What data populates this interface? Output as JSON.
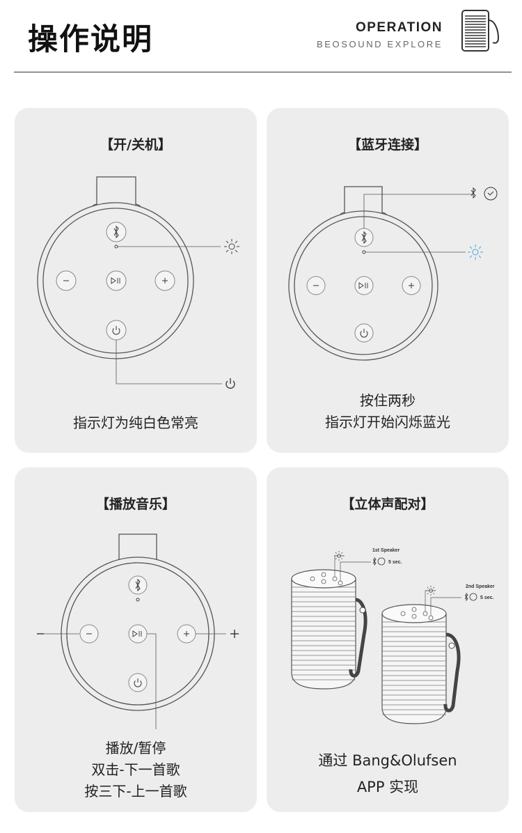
{
  "header": {
    "title_cn": "操作说明",
    "title_en": "OPERATION",
    "subtitle_en": "BEOSOUND EXPLORE"
  },
  "cards": [
    {
      "title": "【开/关机】",
      "caption": [
        "指示灯为纯白色常亮"
      ]
    },
    {
      "title": "【蓝牙连接】",
      "caption": [
        "按住两秒",
        "指示灯开始闪烁蓝光"
      ]
    },
    {
      "title": "【播放音乐】",
      "caption": [
        "播放/暂停",
        "双击-下一首歌",
        "按三下-上一首歌"
      ]
    },
    {
      "title": "【立体声配对】",
      "caption": [
        "通过 Bang&Olufsen",
        "APP 实现"
      ]
    }
  ],
  "stereo": {
    "speaker1_label": "1st Speaker",
    "speaker2_label": "2nd Speaker",
    "hold_time": "5 sec."
  },
  "colors": {
    "background": "#ffffff",
    "card": "#ededed",
    "line": "#555555",
    "indicator_blue": "#4aa3df"
  }
}
